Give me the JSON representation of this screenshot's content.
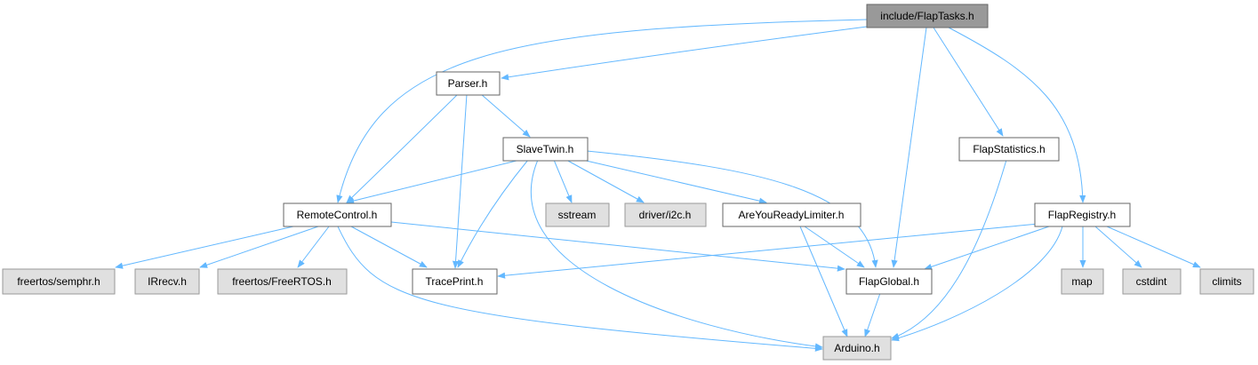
{
  "graph": {
    "nodes": {
      "flaptasks": "include/FlapTasks.h",
      "parser": "Parser.h",
      "slavetwin": "SlaveTwin.h",
      "flapstatistics": "FlapStatistics.h",
      "remotecontrol": "RemoteControl.h",
      "sstream": "sstream",
      "driver_i2c": "driver/i2c.h",
      "areyoureadylimiter": "AreYouReadyLimiter.h",
      "flapregistry": "FlapRegistry.h",
      "freertos_semphr": "freertos/semphr.h",
      "irrecv": "IRrecv.h",
      "freertos_freertos": "freertos/FreeRTOS.h",
      "traceprint": "TracePrint.h",
      "flapglobal": "FlapGlobal.h",
      "map": "map",
      "cstdint": "cstdint",
      "climits": "climits",
      "arduino": "Arduino.h"
    },
    "colors": {
      "edge": "#63b8ff",
      "root_fill": "#999999",
      "local_fill": "#ffffff",
      "external_fill": "#e0e0e0"
    }
  }
}
